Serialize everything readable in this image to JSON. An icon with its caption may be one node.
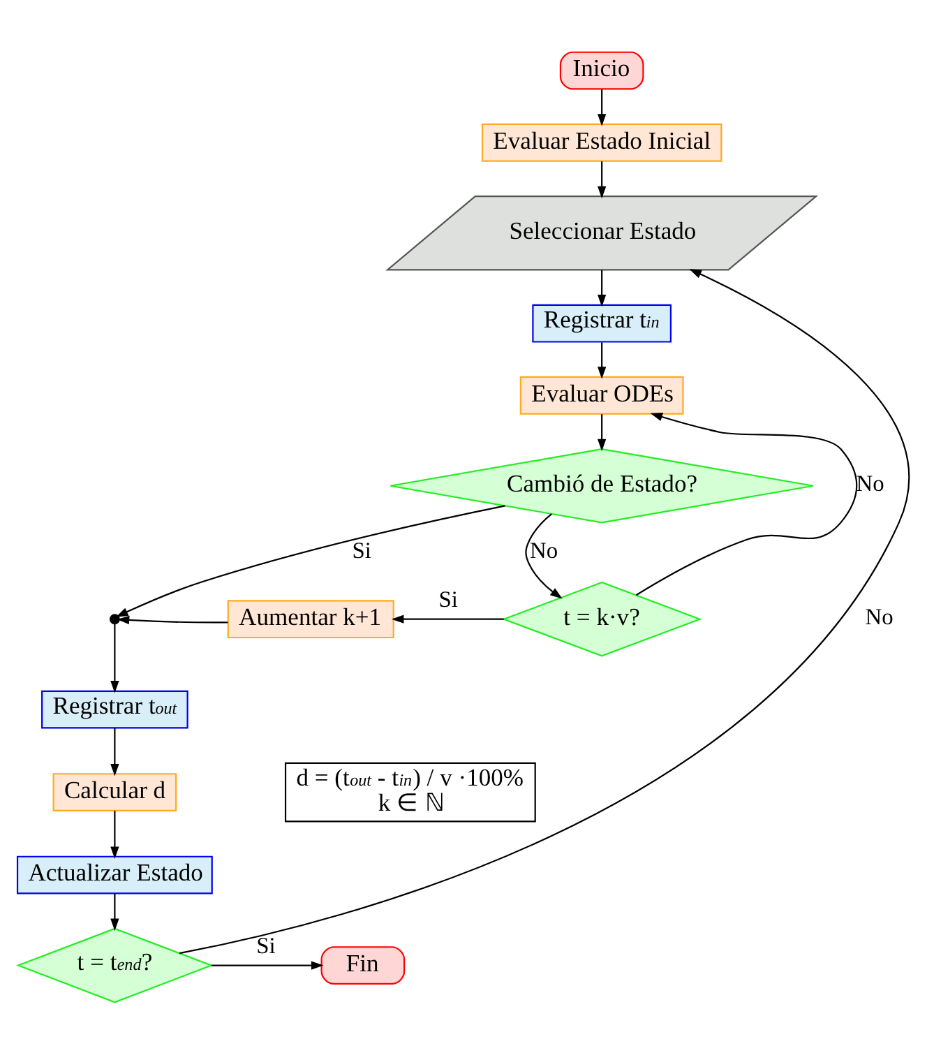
{
  "diagram": {
    "nodes": [
      {
        "text": [
          "Inicio"
        ]
      },
      {
        "text": [
          "Evaluar Estado Inicial"
        ]
      },
      {
        "text": [
          "Seleccionar Estado"
        ]
      },
      {
        "text": [
          "Registrar t$_{in}$"
        ]
      },
      {
        "text": [
          "Evaluar ODEs"
        ]
      },
      {
        "text": [
          "Cambió de Estado?"
        ]
      },
      {
        "text": [
          "t = k·v?"
        ]
      },
      {
        "text": [
          "Aumentar k+1"
        ]
      },
      {
        "text": [],
        "shape": "circle"
      },
      {
        "text": [
          "Registrar t$_{out}$"
        ]
      },
      {
        "text": [
          "Calcular d"
        ]
      },
      {
        "text": [
          "Actualizar Estado"
        ]
      },
      {
        "text": [
          "t = t$_{end}$?"
        ]
      },
      {
        "text": [
          "Fin"
        ]
      },
      {
        "text": [
          "d = (t$_{out}$ - t$_{in}$) / v ·100%",
          "k ∈ ℕ"
        ]
      }
    ],
    "edges": [
      {
        "from": 0,
        "to": 1,
        "arrow": "to"
      },
      {
        "from": 1,
        "to": 2,
        "arrow": "to"
      },
      {
        "from": 2,
        "to": 3,
        "arrow": "to"
      },
      {
        "from": 3,
        "to": 4,
        "arrow": "to"
      },
      {
        "from": 4,
        "to": 5,
        "arrow": "to"
      },
      {
        "from": 5,
        "to": 8,
        "label": "Si",
        "arrow": "to"
      },
      {
        "from": 5,
        "to": 6,
        "label": "No",
        "arrow": "to"
      },
      {
        "from": 6,
        "to": 7,
        "label": "Si",
        "arrow": "to"
      },
      {
        "from": 7,
        "to": 8,
        "arrow": "to"
      },
      {
        "from": 6,
        "to": 4,
        "label": "No",
        "arrow": "to"
      },
      {
        "from": 8,
        "to": 9,
        "arrow": "to"
      },
      {
        "from": 9,
        "to": 10,
        "arrow": "to"
      },
      {
        "from": 10,
        "to": 11,
        "arrow": "to"
      },
      {
        "from": 11,
        "to": 12,
        "arrow": "to"
      },
      {
        "from": 12,
        "to": 13,
        "label": "Si",
        "arrow": "to"
      },
      {
        "from": 12,
        "to": 2,
        "label": "No",
        "arrow": "to"
      }
    ]
  }
}
